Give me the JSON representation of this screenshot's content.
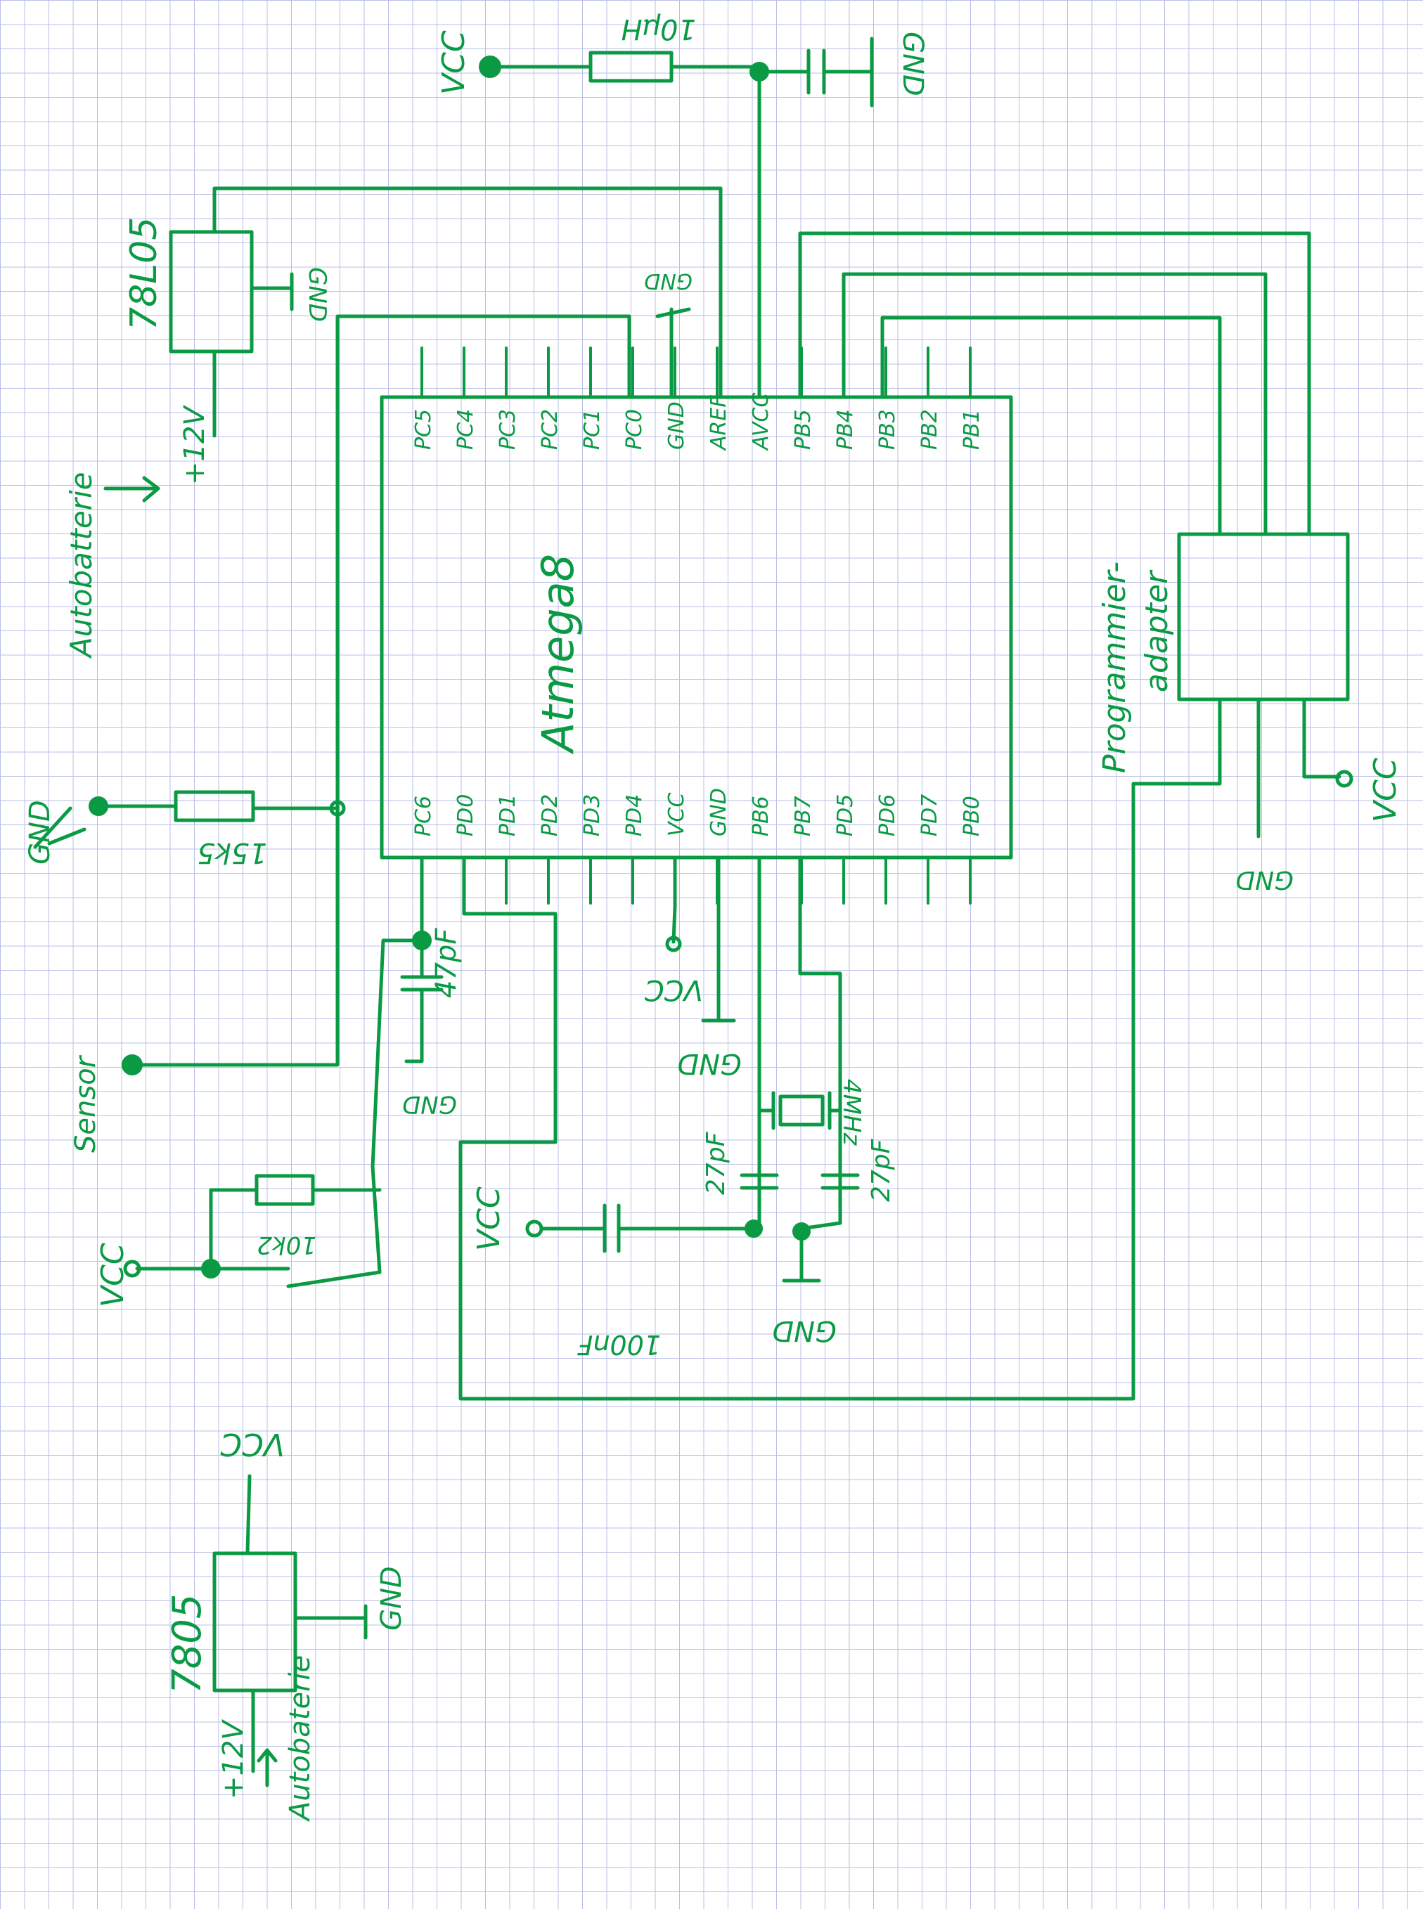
{
  "labels": {
    "vcc": "VCC",
    "gnd": "GND",
    "inductor_value": "10µH",
    "regulator_top": "78L05",
    "regulator_bottom": "7805",
    "battery_label": "Autobatterie",
    "battery_label_bottom": "Autobaterie",
    "plus12v": "+12V",
    "mcu_name": "Atmega8",
    "programmer_line1": "Programmier-",
    "programmer_line2": "adapter",
    "resistor_15k": "15k5",
    "resistor_10k": "10k2",
    "sensor": "Sensor",
    "cap_47pf": "47pF",
    "cap_27pf_a": "27pF",
    "cap_27pf_b": "27pF",
    "cap_100nf": "100nF",
    "crystal": "4MHz"
  },
  "mcu_pins_top": [
    "PC5",
    "PC4",
    "PC3",
    "PC2",
    "PC1",
    "PC0",
    "GND",
    "AREF",
    "AVCC",
    "PB5",
    "PB4",
    "PB3",
    "PB2",
    "PB1"
  ],
  "mcu_pins_bottom": [
    "PC6",
    "PD0",
    "PD1",
    "PD2",
    "PD3",
    "PD4",
    "VCC",
    "GND",
    "PB6",
    "PB7",
    "PD5",
    "PD6",
    "PD7",
    "PB0"
  ],
  "colors": {
    "ink": "#0a9a44",
    "grid": "#b9bfe6",
    "paper": "#ffffff"
  }
}
